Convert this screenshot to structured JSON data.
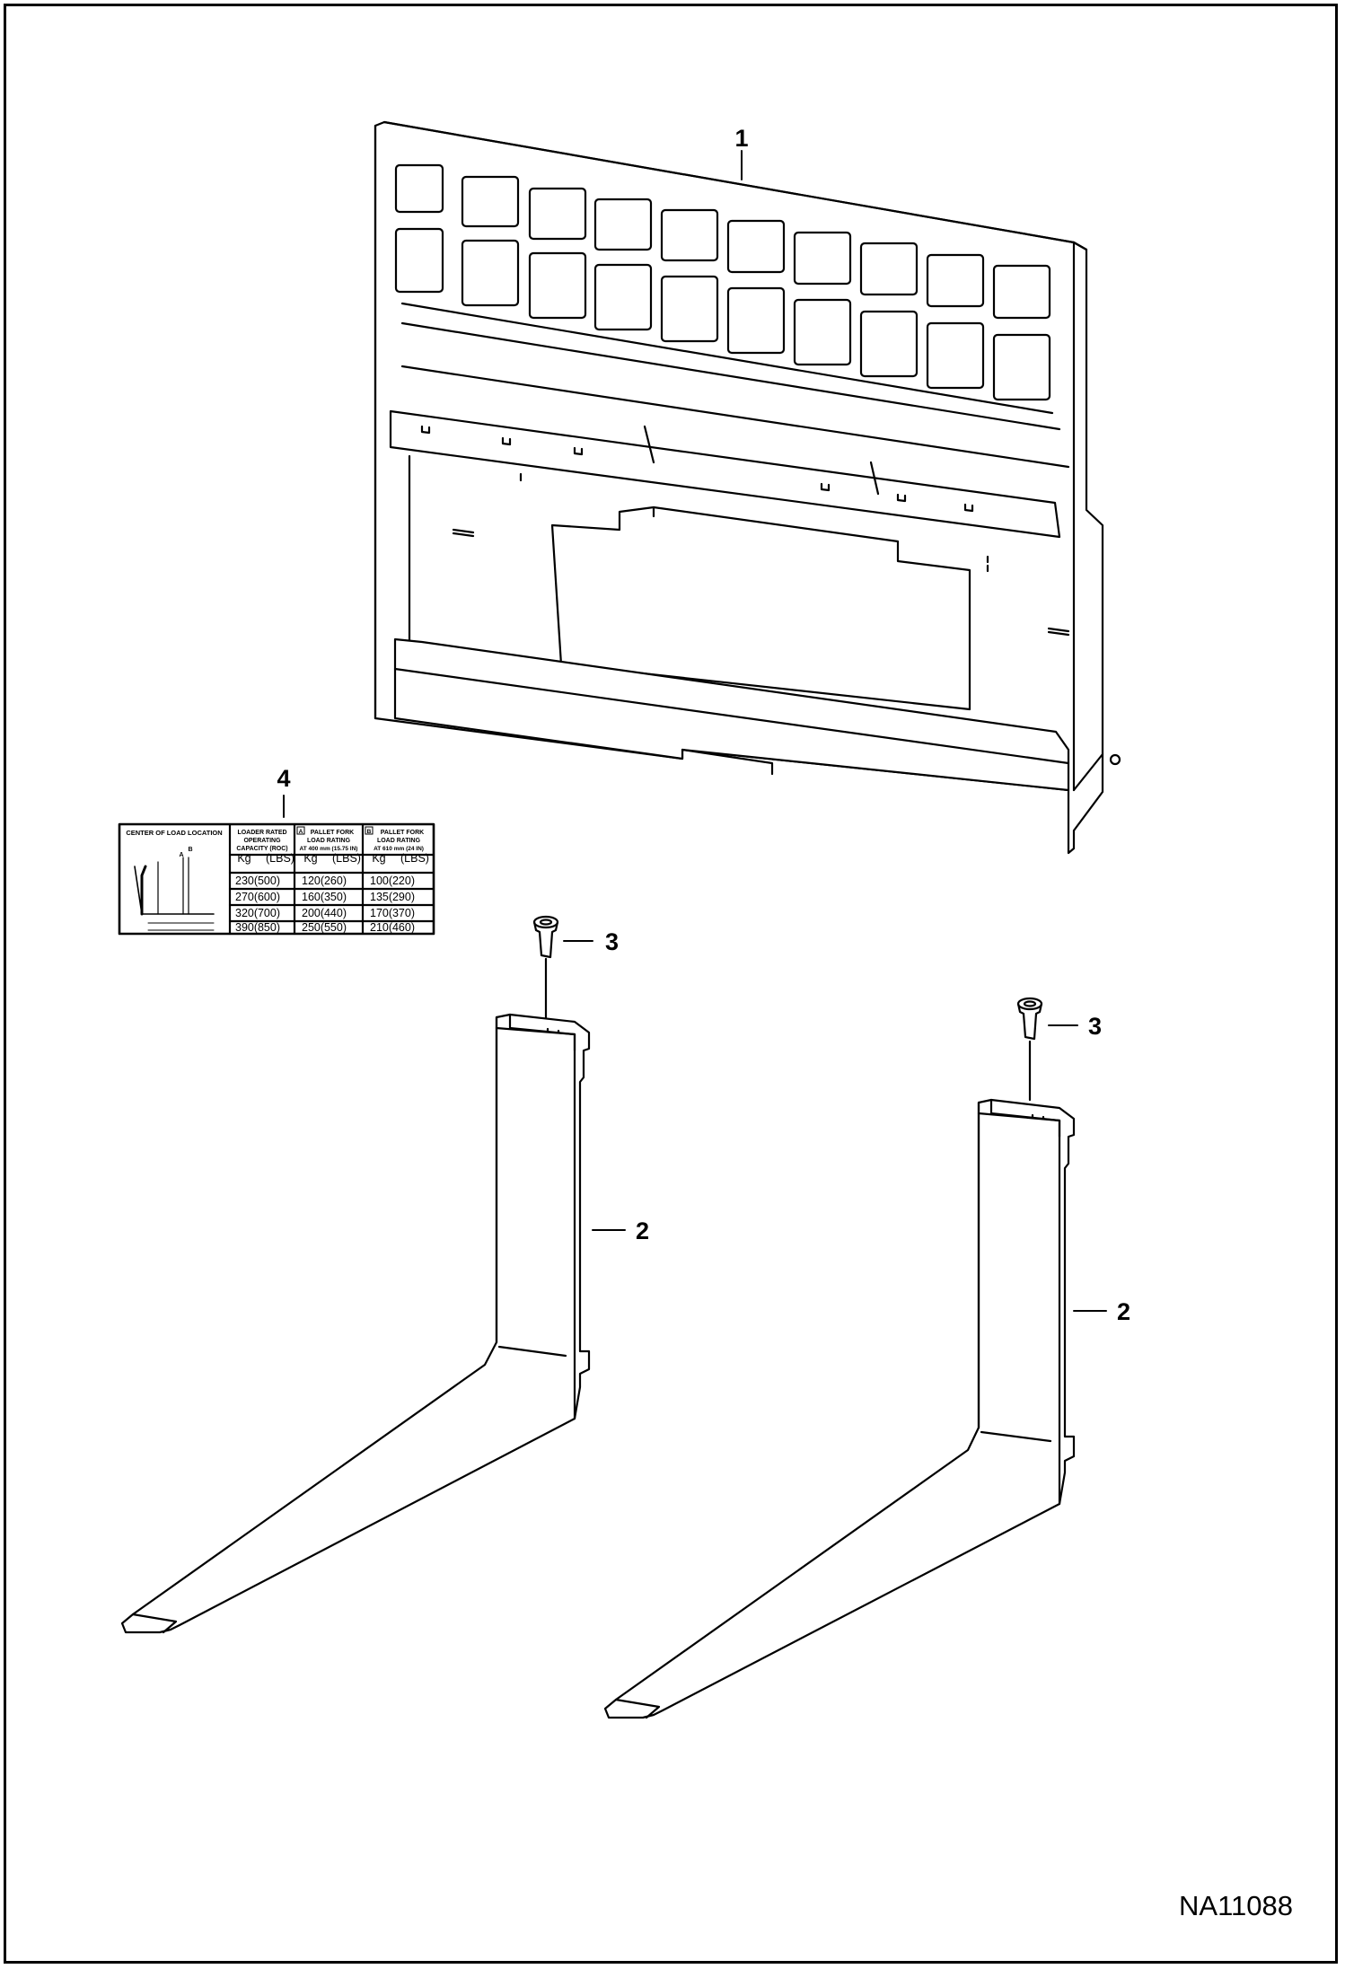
{
  "figure_id": "NA11088",
  "callouts": {
    "frame": "1",
    "fork_left": "2",
    "fork_right": "2",
    "pin_left": "3",
    "pin_right": "3",
    "decal": "4"
  },
  "decal": {
    "col1_header": "CENTER OF LOAD LOCATION",
    "col2_header": [
      "LOADER RATED",
      "OPERATING",
      "CAPACITY (ROC)"
    ],
    "col3_header": [
      "PALLET FORK",
      "LOAD RATING",
      "AT 400 mm (15.75 IN)"
    ],
    "col4_header": [
      "PALLET FORK",
      "LOAD RATING",
      "AT 610 mm (24 IN)"
    ],
    "col3_tag": "A",
    "col4_tag": "B",
    "units": [
      "Kg",
      "(LBS)"
    ],
    "diagram_marks": [
      "A",
      "B"
    ],
    "rows": [
      [
        "230",
        "(500)",
        "120",
        "(260)",
        "100",
        "(220)"
      ],
      [
        "270",
        "(600)",
        "160",
        "(350)",
        "135",
        "(290)"
      ],
      [
        "320",
        "(700)",
        "200",
        "(440)",
        "170",
        "(370)"
      ],
      [
        "390",
        "(850)",
        "250",
        "(550)",
        "210",
        "(460)"
      ]
    ]
  }
}
